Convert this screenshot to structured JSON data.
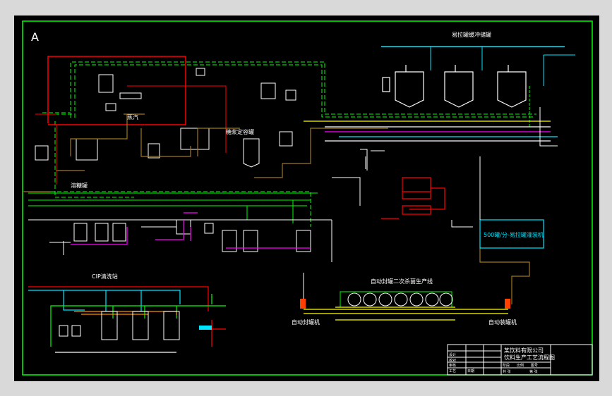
{
  "drawing": {
    "sheet_letter": "A",
    "colors": {
      "background": "#000000",
      "frame": "#00ff00",
      "water": "#00e5ff",
      "steam": "#ff0000",
      "syrup": "#a07820",
      "co2": "#ff00ff",
      "product": "#ffff00"
    },
    "labels": {
      "top_right_section": "易拉罐缓冲储罐",
      "syrup_tank": "糖浆定容罐",
      "dissolving": "溶糖罐",
      "sterilization_line": "自动封罐二次杀菌生产线",
      "sealer_left": "自动封罐机",
      "sealer_right": "自动装罐机",
      "filler_box": "500罐/分-易拉罐灌装机",
      "cip_station": "CIP清洗站",
      "steam_label": "蒸汽"
    },
    "title_block": {
      "company": "某饮料有限公司",
      "title": "饮料生产工艺流程图",
      "rows": [
        "设计",
        "校对",
        "审核",
        "工艺",
        "日期"
      ],
      "fields": [
        "阶段",
        "比例",
        "图号",
        "共  张",
        "第  张"
      ]
    }
  }
}
